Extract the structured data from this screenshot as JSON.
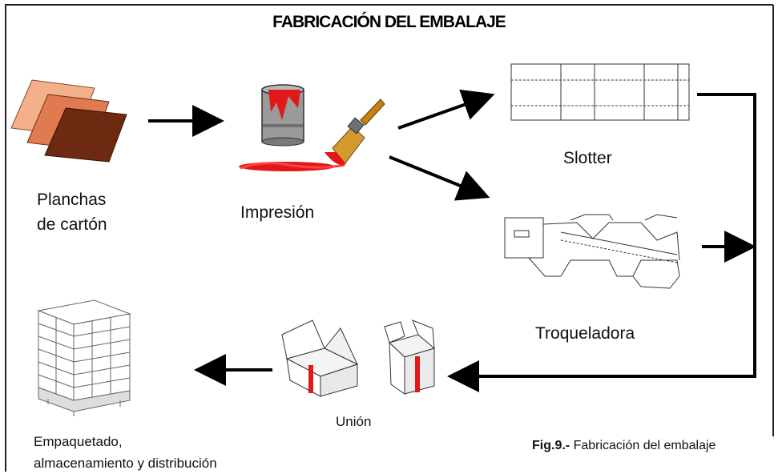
{
  "title": "FABRICACIÓN DEL EMBALAJE",
  "steps": {
    "planchas": {
      "line1": "Planchas",
      "line2": "de cartón"
    },
    "impresion": "Impresión",
    "slotter": "Slotter",
    "troqueladora": "Troqueladora",
    "union": "Unión",
    "empaquetado": {
      "line1": "Empaquetado,",
      "line2": "almacenamiento y  distribución"
    }
  },
  "caption": {
    "number": "Fig.9.-",
    "text": "Fabricación del embalaje"
  },
  "colors": {
    "sheet_light": "#f0a07a",
    "sheet_mid": "#d9734a",
    "sheet_dark": "#6a2a10",
    "paint_red": "#e01818",
    "arrow": "#000000"
  }
}
